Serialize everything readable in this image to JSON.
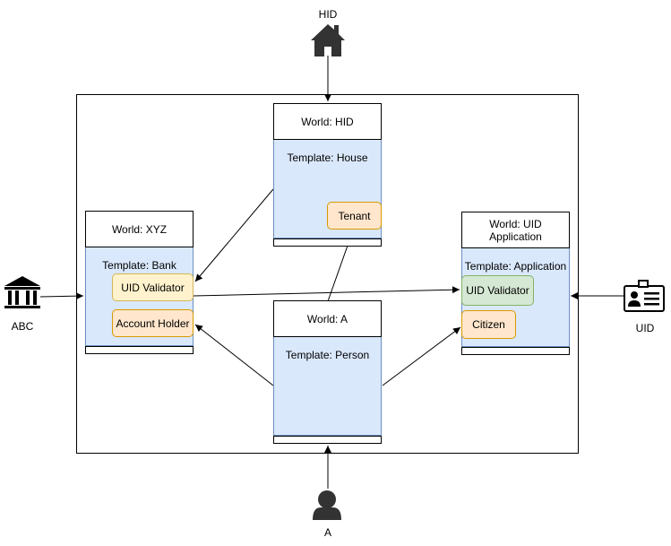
{
  "icons": {
    "house": "house-icon",
    "bank": "bank-icon",
    "person": "person-icon",
    "id_card": "id-card-icon"
  },
  "actors": {
    "hid": "HID",
    "abc": "ABC",
    "a": "A",
    "uid": "UID"
  },
  "worlds": {
    "hid": {
      "title": "World: HID",
      "template": "Template: House",
      "roles": [
        "Tenant"
      ]
    },
    "xyz": {
      "title": "World: XYZ",
      "template": "Template: Bank",
      "roles": [
        "UID Validator",
        "Account Holder"
      ]
    },
    "a": {
      "title": "World: A",
      "template": "Template: Person",
      "roles": []
    },
    "uid": {
      "title": "World: UID Application",
      "template": "Template: Application",
      "roles": [
        "UID Validator",
        "Citizen"
      ]
    }
  },
  "colors": {
    "template_fill": "#dae8fc",
    "template_stroke": "#6c8ebf",
    "validator_fill": "#fff2cc",
    "role_fill": "#ffe6cc",
    "uid_validator_fill": "#d5e8d4"
  }
}
